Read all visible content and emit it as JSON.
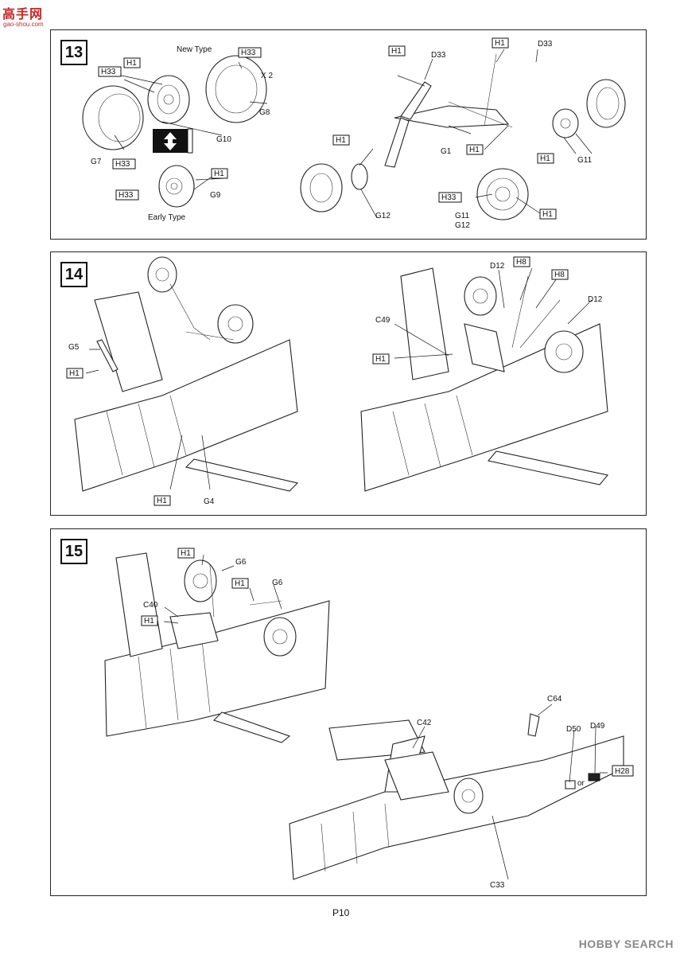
{
  "header_logo": {
    "main": "高手网",
    "sub": "gao-shou.com"
  },
  "steps": [
    {
      "number": "13",
      "captions": {
        "new_type": "New Type",
        "early_type": "Early Type",
        "times": "X 2"
      },
      "labels": [
        "H1",
        "H33",
        "H33",
        "G7",
        "H33",
        "G10",
        "G8",
        "H33",
        "H1",
        "G9",
        "H1",
        "D33",
        "H1",
        "D33",
        "G1",
        "H1",
        "H1",
        "G11",
        "H1",
        "G12",
        "H33",
        "G11",
        "G12",
        "H1"
      ]
    },
    {
      "number": "14",
      "labels": [
        "G5",
        "H1",
        "H1",
        "G4",
        "D12",
        "H8",
        "H8",
        "D12",
        "C49",
        "H1"
      ]
    },
    {
      "number": "15",
      "labels": [
        "H1",
        "G6",
        "H1",
        "G6",
        "C40",
        "H1",
        "C64",
        "C42",
        "D50",
        "D49",
        "or",
        "H28",
        "C33"
      ]
    }
  ],
  "page_number": "P10",
  "footer_watermark": "HOBBY SEARCH"
}
